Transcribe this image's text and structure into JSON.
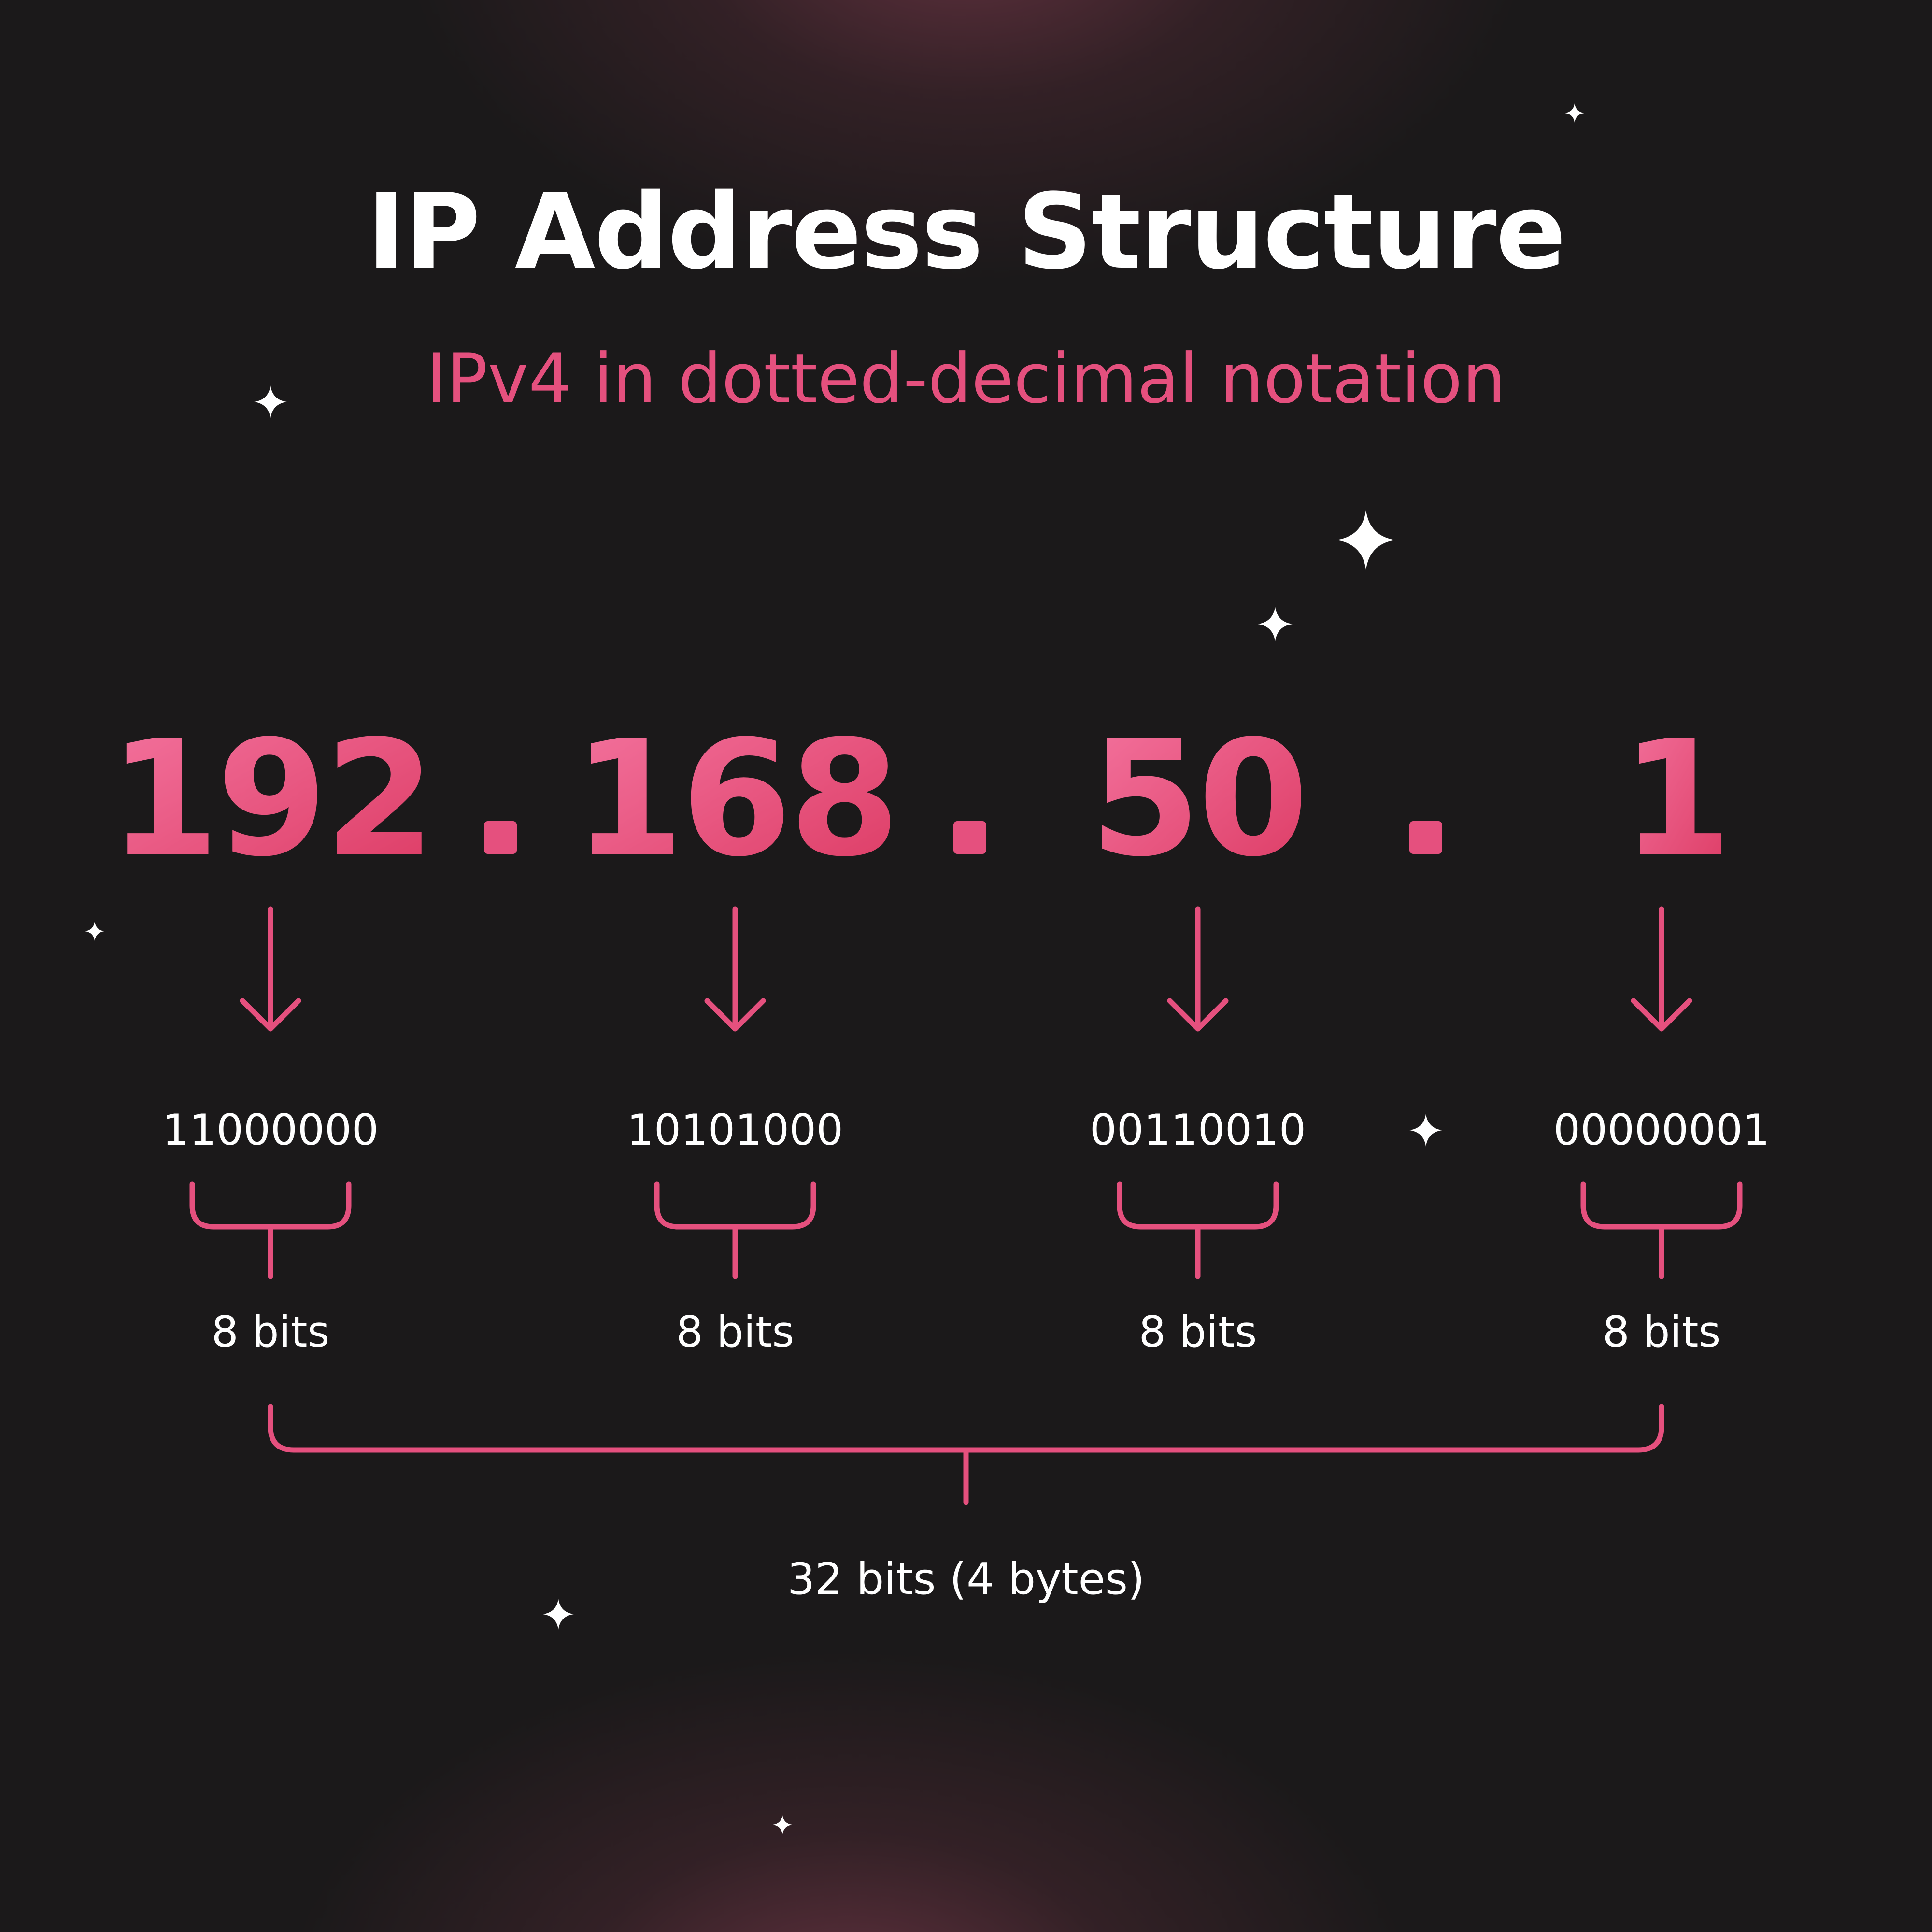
{
  "title": "IP Address Structure",
  "subtitle": "IPv4 in dotted-decimal notation",
  "separator": ".",
  "octets": [
    {
      "decimal": "192",
      "binary": "11000000",
      "size_label": "8 bits"
    },
    {
      "decimal": "168",
      "binary": "10101000",
      "size_label": "8 bits"
    },
    {
      "decimal": "50",
      "binary": "00110010",
      "size_label": "8 bits"
    },
    {
      "decimal": "1",
      "binary": "00000001",
      "size_label": "8 bits"
    }
  ],
  "total_label": "32 bits (4 bytes)",
  "colors": {
    "background": "#1b191a",
    "accent": "#e5507e",
    "accent_light": "#f4749f",
    "accent_dark": "#dc3a63",
    "text": "#ffffff"
  },
  "icons": [
    "sparkle-icon",
    "down-arrow-icon",
    "brace-icon"
  ]
}
